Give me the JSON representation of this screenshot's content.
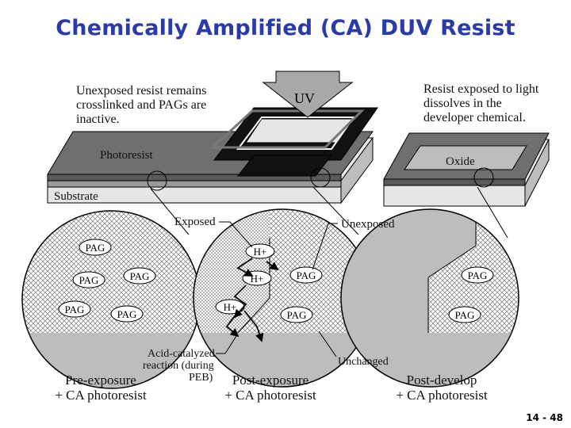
{
  "slide": {
    "title": "Chemically Amplified (CA) DUV Resist",
    "page_number": "14 - 48"
  },
  "notes": {
    "unexposed": [
      "Unexposed resist remains",
      "crosslinked and PAGs are",
      "inactive."
    ],
    "exposed": [
      "Resist exposed to light",
      "dissolves in the",
      "developer chemical."
    ]
  },
  "labels": {
    "uv": "UV",
    "photoresist": "Photoresist",
    "oxide": "Oxide",
    "substrate": "Substrate",
    "exposed": "Exposed",
    "unexposed": "Unexposed",
    "unchanged": "Unchanged",
    "acid_reaction": [
      "Acid-catalyzed",
      "reaction (during",
      "PEB)"
    ],
    "pag": "PAG",
    "h_plus": "H+"
  },
  "captions": {
    "pre": [
      "Pre-exposure",
      "+ CA photoresist"
    ],
    "post_exposure": [
      "Post-exposure",
      "+ CA photoresist"
    ],
    "post_develop": [
      "Post-develop",
      "+ CA photoresist"
    ]
  },
  "colors": {
    "title": "#2a3aa8",
    "resist_dark": "#6f6f6f",
    "resist_light": "#9a9a9a",
    "exposed_region": "#111111",
    "oxide": "#bdbdbd",
    "substrate": "#e6e6e6"
  }
}
